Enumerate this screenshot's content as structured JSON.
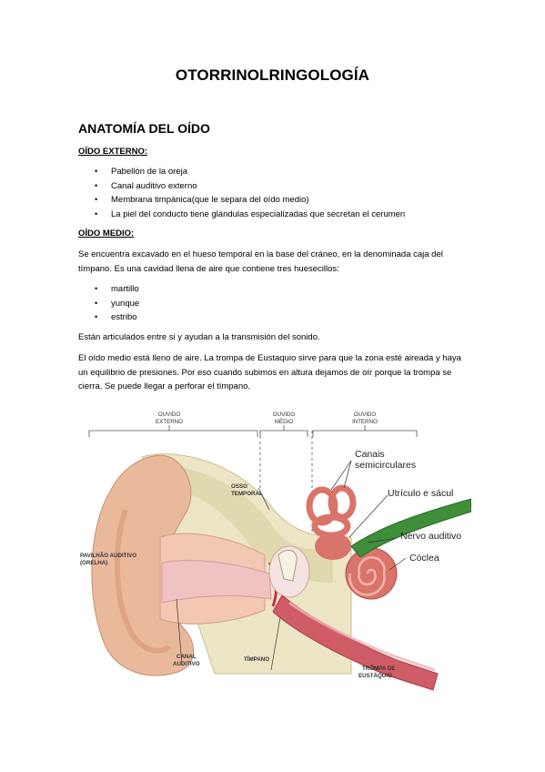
{
  "document": {
    "title": "OTORRINOLRINGOLOGÍA",
    "section_heading": "ANATOMÍA DEL OÍDO"
  },
  "external_ear": {
    "heading": "OÍDO EXTERNO:",
    "items": [
      "Pabellón de la oreja",
      "Canal auditivo externo",
      "Membrana timpánica(que le separa del oído medio)",
      "La piel del conducto tiene glándulas especializadas que secretan el cerumen"
    ]
  },
  "middle_ear": {
    "heading": "OÍDO MEDIO:",
    "intro": "Se encuentra excavado en el hueso temporal en la base del cráneo, en la denominada caja del tímpano. Es una cavidad llena de aire que contiene tres huesecillos:",
    "ossicles": [
      "martillo",
      "yunque",
      "estribo"
    ],
    "para2": "Están articulados entre si y ayudan a la transmisión del sonido.",
    "para3": "El oído medio está lleno de aire. La trompa de Eustaquio sirve para que la zona esté aireada y haya un equilibrio de presiones. Por eso cuando subimos en altura dejamos de oír porque la trompa se cierra. Se puede llegar a perforar el tímpano."
  },
  "figure": {
    "region_labels": [
      [
        "OUVIDO",
        "EXTERNO"
      ],
      [
        "OUVIDO",
        "MÉDIO"
      ],
      [
        "OUVIDO",
        "INTERNO"
      ]
    ],
    "labels": {
      "osso_temporal": [
        "OSSO",
        "TEMPORAL"
      ],
      "pavilhao": [
        "PAVILHÃO AUDITIVO",
        "(ORELHA)"
      ],
      "canal": [
        "CANAL",
        "AUDITIVO"
      ],
      "timpano": "TÍMPANO",
      "trompa": [
        "TROMPA DE",
        "EUSTÁQUIO"
      ],
      "canais": [
        "Canais",
        "semicirculares"
      ],
      "utriculo": "Utrículo e sácul",
      "nervo": "Nervo auditivo",
      "coclea": "Cóclea"
    },
    "colors": {
      "skin": "#e9b99c",
      "skin_dark": "#d79b7d",
      "bone": "#ece6c6",
      "inner_ear": "#d9746a",
      "canal": "#f0c3c3",
      "nerve": "#3f8f3a"
    }
  }
}
